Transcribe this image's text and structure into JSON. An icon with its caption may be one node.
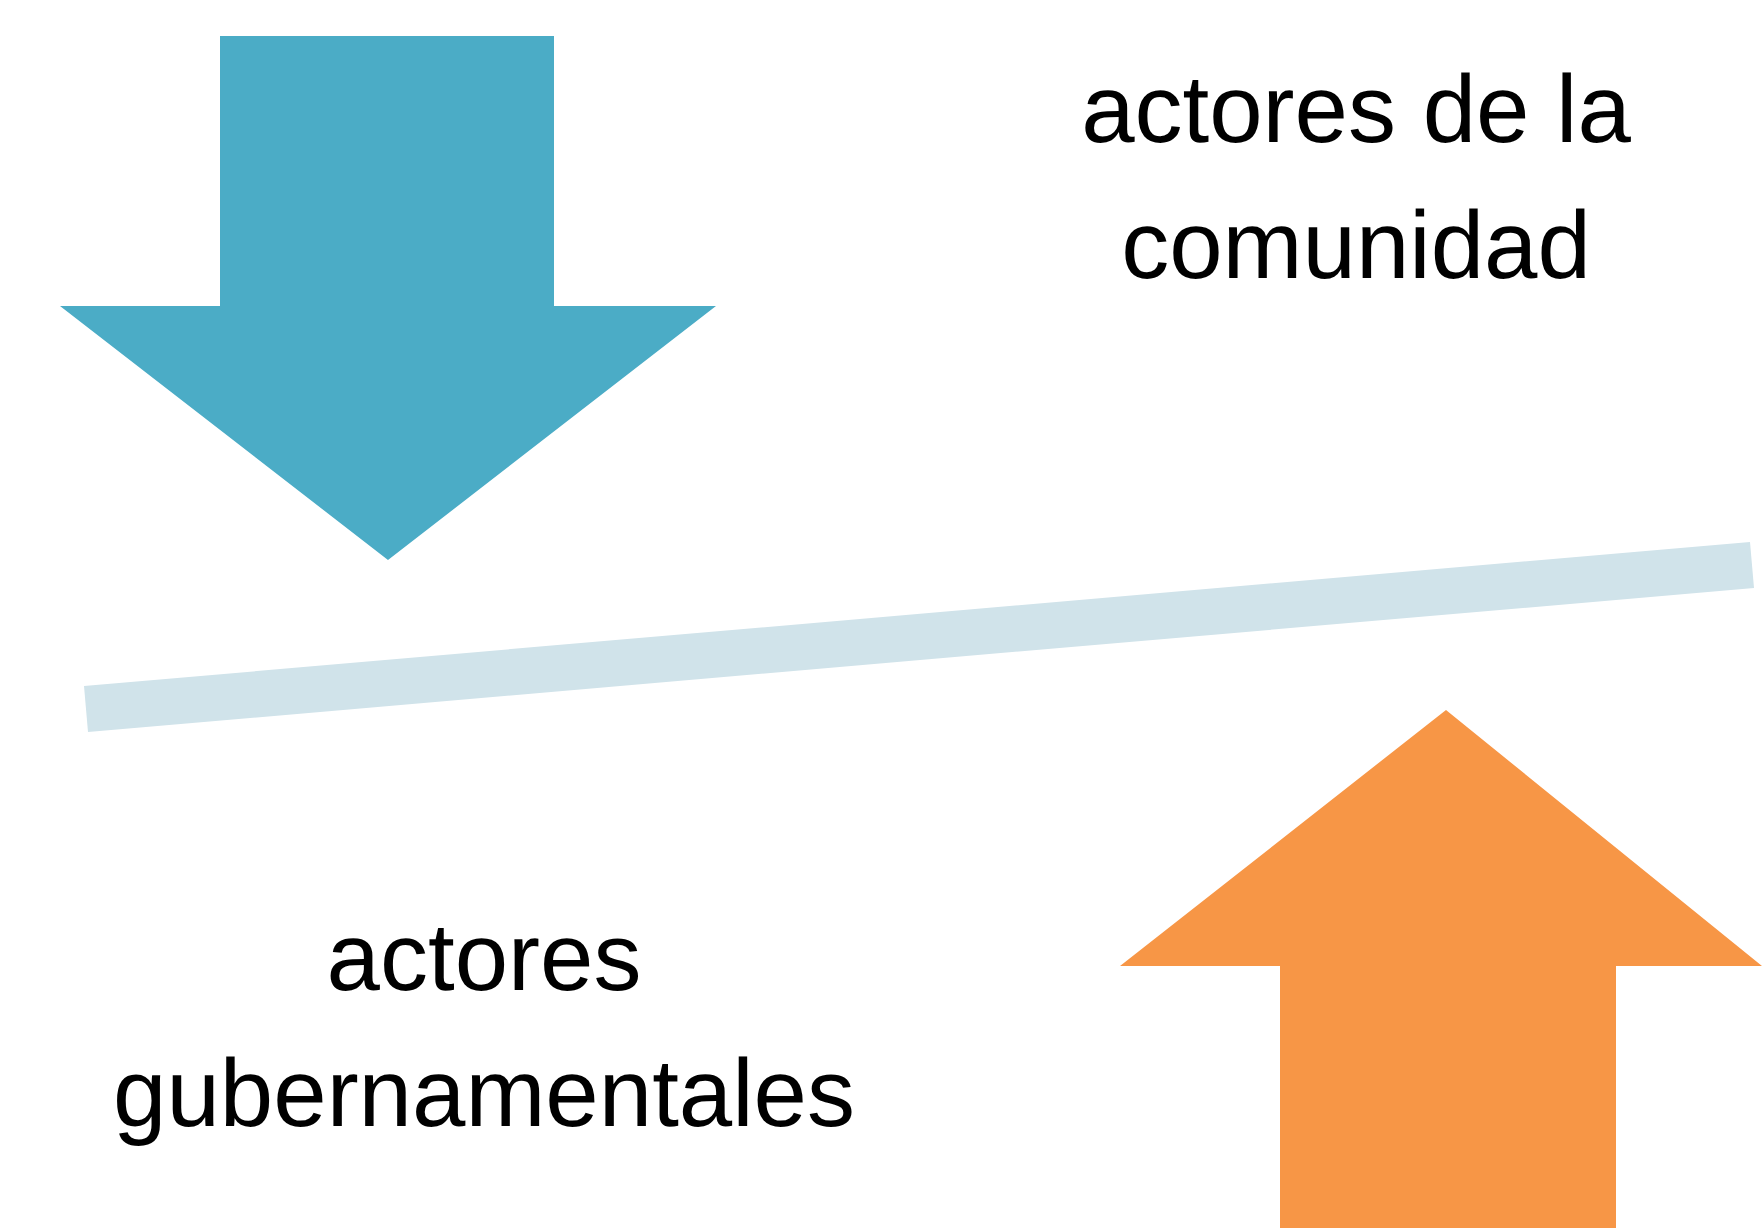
{
  "diagram": {
    "nodes": [
      {
        "text": [],
        "shape": "bar"
      }
    ],
    "labels": [
      "actores de la comunidad",
      "actores gubernamentales"
    ]
  }
}
